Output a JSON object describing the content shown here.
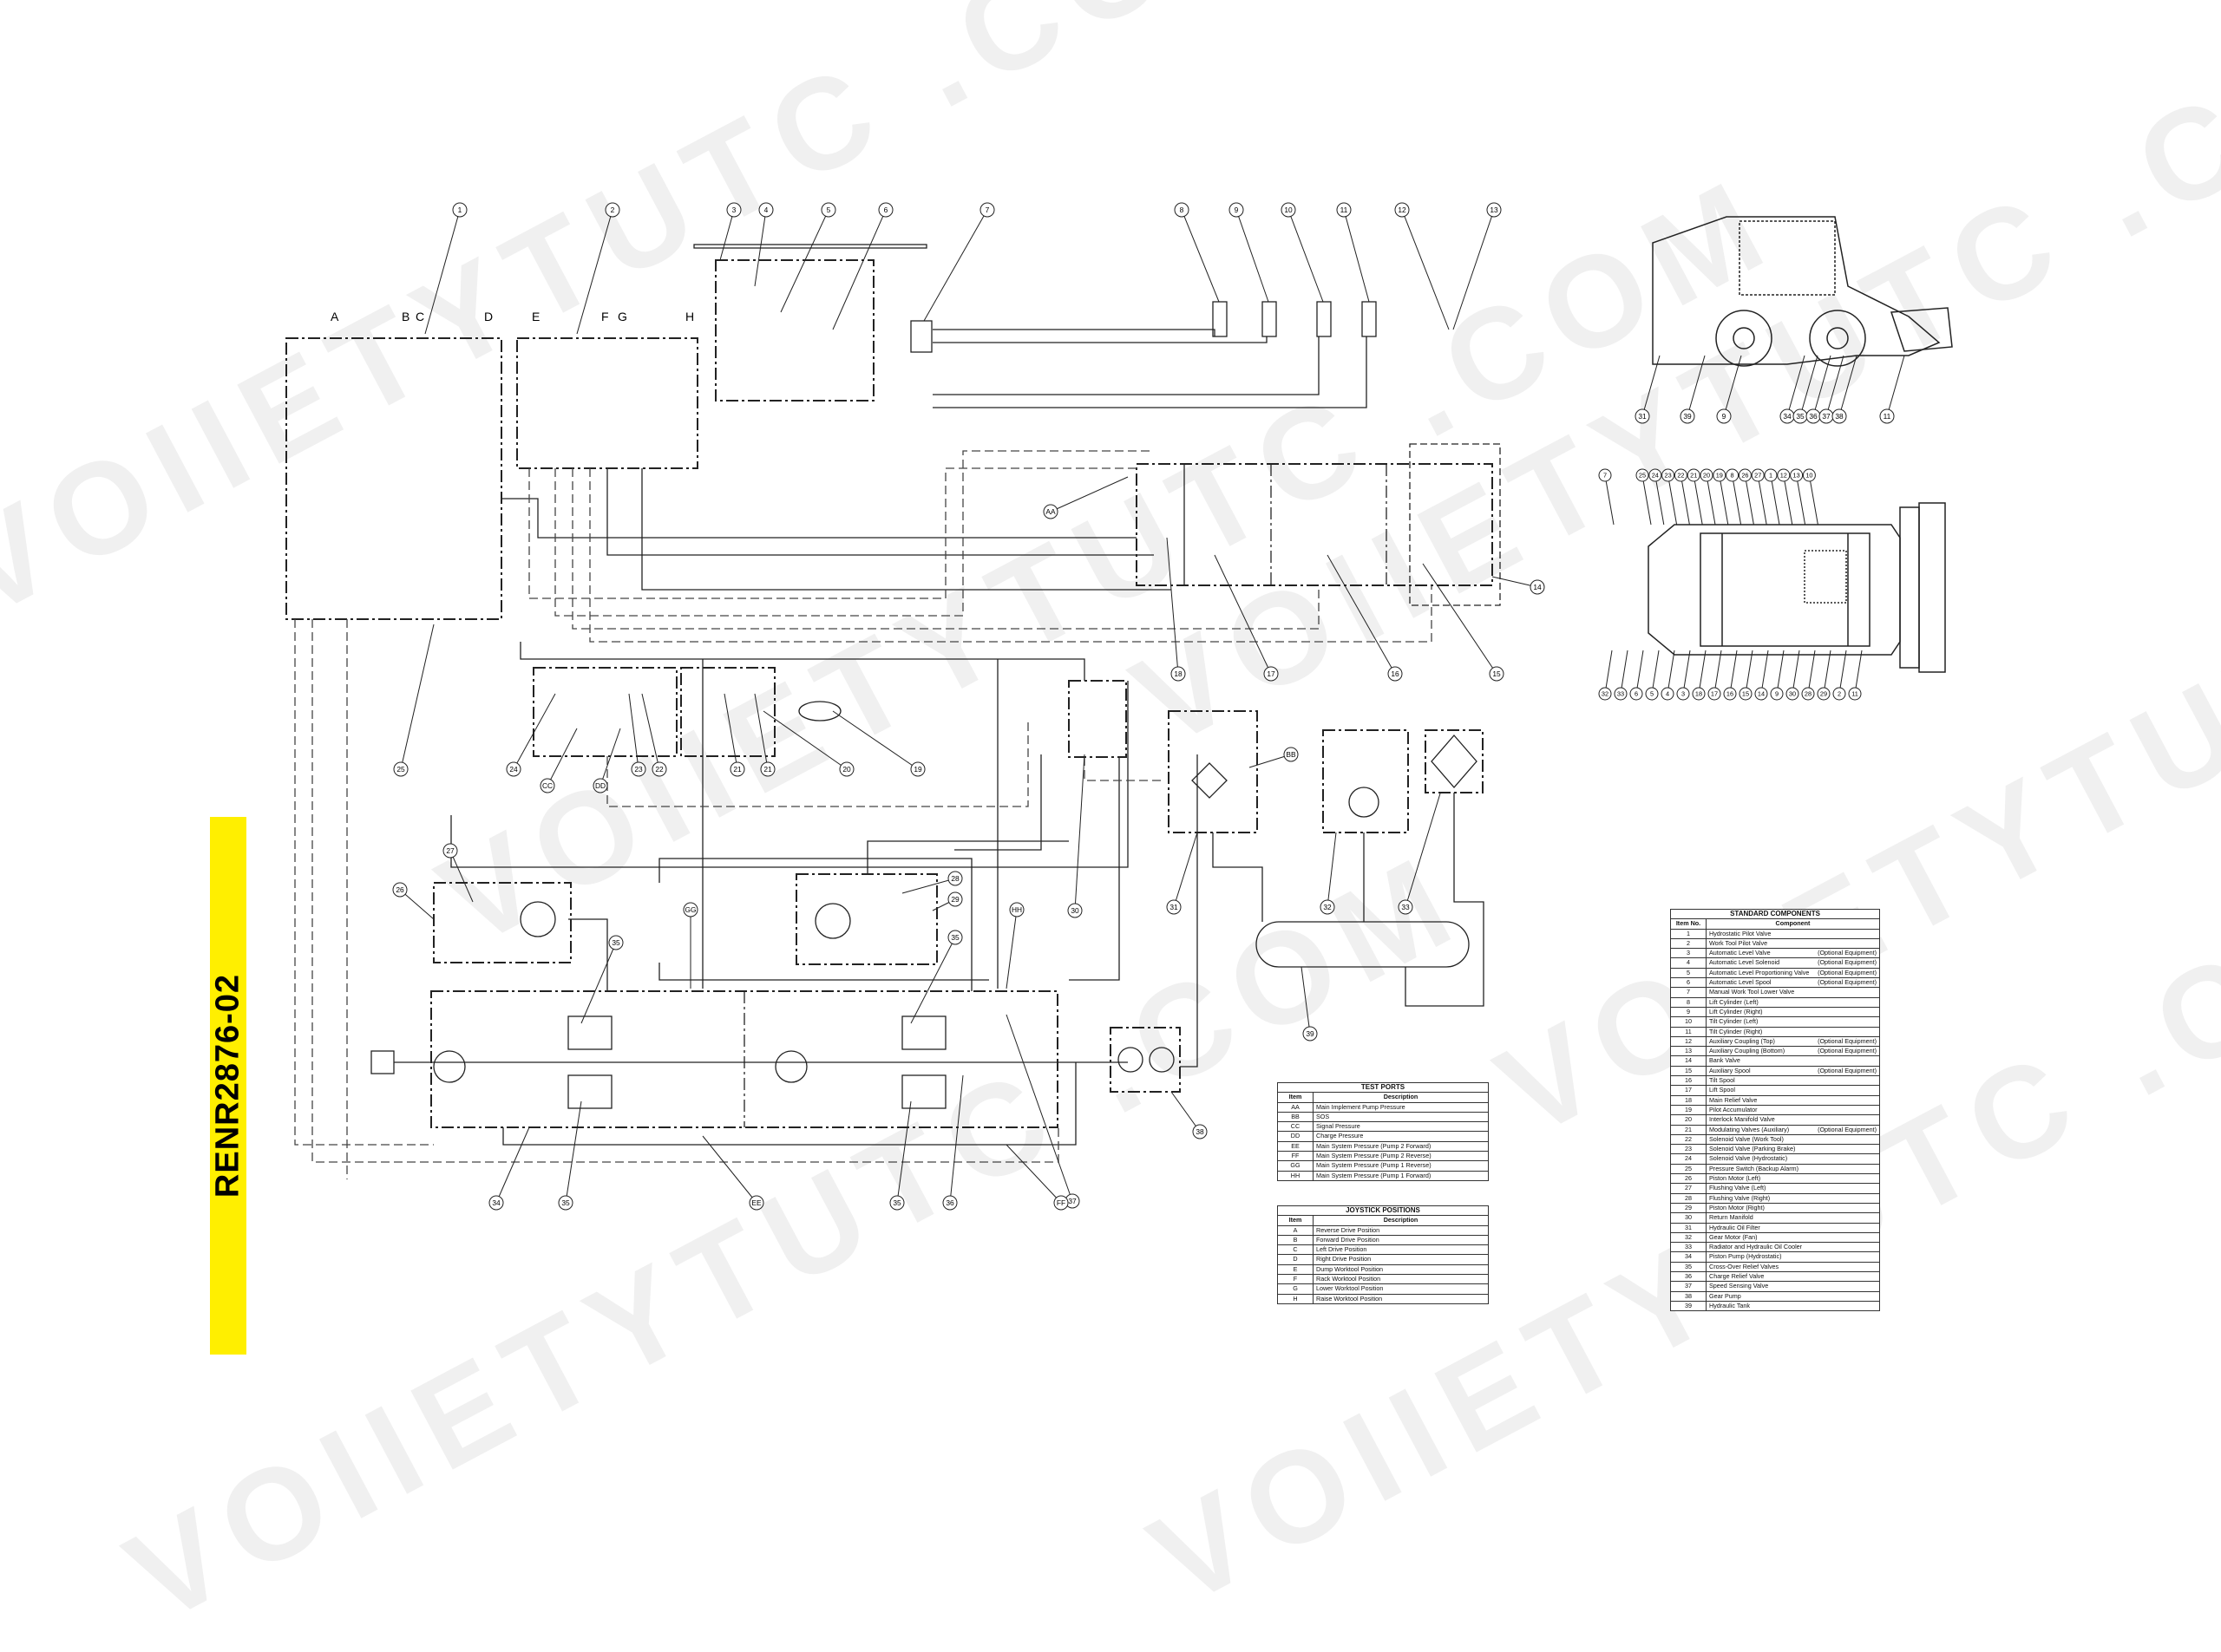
{
  "document_code": "RENR2876-02",
  "watermark": "VOIIETYTUTC .COM",
  "callouts": {
    "top": [
      "1",
      "2",
      "3",
      "4",
      "5",
      "6",
      "7",
      "8",
      "9",
      "10",
      "11",
      "12",
      "13"
    ],
    "middle": [
      "14",
      "15",
      "16",
      "17",
      "18",
      "19",
      "20",
      "21",
      "21",
      "22",
      "23",
      "24",
      "25"
    ],
    "lower": [
      "26",
      "27",
      "28",
      "29",
      "30",
      "31",
      "32",
      "33",
      "34",
      "35",
      "35",
      "35",
      "35",
      "36",
      "37",
      "38",
      "39"
    ],
    "test_ports": [
      "AA",
      "BB",
      "CC",
      "DD",
      "EE",
      "FF",
      "GG",
      "HH"
    ],
    "joystick_letters": [
      "A",
      "B",
      "C",
      "D",
      "E",
      "F",
      "G",
      "H"
    ],
    "side_view": [
      "31",
      "39",
      "9",
      "34",
      "35",
      "36",
      "37",
      "38",
      "11"
    ],
    "top_view_top": [
      "7",
      "25",
      "24",
      "23",
      "22",
      "21",
      "20",
      "19",
      "8",
      "26",
      "27",
      "1",
      "12",
      "13",
      "10"
    ],
    "top_view_bottom": [
      "32",
      "33",
      "6",
      "5",
      "4",
      "3",
      "18",
      "17",
      "16",
      "15",
      "14",
      "9",
      "30",
      "28",
      "29",
      "2",
      "11"
    ]
  },
  "test_ports_table": {
    "title": "TEST PORTS",
    "headers": [
      "Item",
      "Description"
    ],
    "rows": [
      [
        "AA",
        "Main Implement Pump Pressure"
      ],
      [
        "BB",
        "SOS"
      ],
      [
        "CC",
        "Signal Pressure"
      ],
      [
        "DD",
        "Charge Pressure"
      ],
      [
        "EE",
        "Main System Pressure (Pump 2 Forward)"
      ],
      [
        "FF",
        "Main System Pressure (Pump 2 Reverse)"
      ],
      [
        "GG",
        "Main System Pressure (Pump 1 Reverse)"
      ],
      [
        "HH",
        "Main System Pressure (Pump 1 Forward)"
      ]
    ]
  },
  "joystick_table": {
    "title": "JOYSTICK POSITIONS",
    "headers": [
      "Item",
      "Description"
    ],
    "rows": [
      [
        "A",
        "Reverse Drive Position"
      ],
      [
        "B",
        "Forward Drive Position"
      ],
      [
        "C",
        "Left Drive Position"
      ],
      [
        "D",
        "Right Drive Position"
      ],
      [
        "E",
        "Dump Worktool Position"
      ],
      [
        "F",
        "Rack Worktool Position"
      ],
      [
        "G",
        "Lower Worktool Position"
      ],
      [
        "H",
        "Raise Worktool Position"
      ]
    ]
  },
  "standard_components_table": {
    "title": "STANDARD COMPONENTS",
    "headers": [
      "Item No.",
      "Component"
    ],
    "rows": [
      {
        "no": "1",
        "name": "Hydrostatic Pilot Valve",
        "opt": ""
      },
      {
        "no": "2",
        "name": "Work Tool Pilot Valve",
        "opt": ""
      },
      {
        "no": "3",
        "name": "Automatic Level Valve",
        "opt": "(Optional Equipment)"
      },
      {
        "no": "4",
        "name": "Automatic Level Solenoid",
        "opt": "(Optional Equipment)"
      },
      {
        "no": "5",
        "name": "Automatic Level Proportioning Valve",
        "opt": "(Optional Equipment)"
      },
      {
        "no": "6",
        "name": "Automatic Level Spool",
        "opt": "(Optional Equipment)"
      },
      {
        "no": "7",
        "name": "Manual Work Tool Lower Valve",
        "opt": ""
      },
      {
        "no": "8",
        "name": "Lift Cylinder (Left)",
        "opt": ""
      },
      {
        "no": "9",
        "name": "Lift Cylinder (Right)",
        "opt": ""
      },
      {
        "no": "10",
        "name": "Tilt Cylinder (Left)",
        "opt": ""
      },
      {
        "no": "11",
        "name": "Tilt Cylinder (Right)",
        "opt": ""
      },
      {
        "no": "12",
        "name": "Auxiliary Coupling (Top)",
        "opt": "(Optional Equipment)"
      },
      {
        "no": "13",
        "name": "Auxiliary Coupling (Bottom)",
        "opt": "(Optional Equipment)"
      },
      {
        "no": "14",
        "name": "Bank Valve",
        "opt": ""
      },
      {
        "no": "15",
        "name": "Auxiliary Spool",
        "opt": "(Optional Equipment)"
      },
      {
        "no": "16",
        "name": "Tilt Spool",
        "opt": ""
      },
      {
        "no": "17",
        "name": "Lift Spool",
        "opt": ""
      },
      {
        "no": "18",
        "name": "Main Relief Valve",
        "opt": ""
      },
      {
        "no": "19",
        "name": "Pilot Accumulator",
        "opt": ""
      },
      {
        "no": "20",
        "name": "Interlock Manifold Valve",
        "opt": ""
      },
      {
        "no": "21",
        "name": "Modulating Valves (Auxiliary)",
        "opt": "(Optional Equipment)"
      },
      {
        "no": "22",
        "name": "Solenoid Valve (Work Tool)",
        "opt": ""
      },
      {
        "no": "23",
        "name": "Solenoid Valve (Parking Brake)",
        "opt": ""
      },
      {
        "no": "24",
        "name": "Solenoid Valve (Hydrostatic)",
        "opt": ""
      },
      {
        "no": "25",
        "name": "Pressure Switch (Backup Alarm)",
        "opt": ""
      },
      {
        "no": "26",
        "name": "Piston Motor (Left)",
        "opt": ""
      },
      {
        "no": "27",
        "name": "Flushing Valve (Left)",
        "opt": ""
      },
      {
        "no": "28",
        "name": "Flushing Valve (Right)",
        "opt": ""
      },
      {
        "no": "29",
        "name": "Piston Motor (Right)",
        "opt": ""
      },
      {
        "no": "30",
        "name": "Return Manifold",
        "opt": ""
      },
      {
        "no": "31",
        "name": "Hydraulic Oil Filter",
        "opt": ""
      },
      {
        "no": "32",
        "name": "Gear Motor (Fan)",
        "opt": ""
      },
      {
        "no": "33",
        "name": "Radiator and Hydraulic Oil Cooler",
        "opt": ""
      },
      {
        "no": "34",
        "name": "Piston Pump (Hydrostatic)",
        "opt": ""
      },
      {
        "no": "35",
        "name": "Cross-Over Relief Valves",
        "opt": ""
      },
      {
        "no": "36",
        "name": "Charge Relief Valve",
        "opt": ""
      },
      {
        "no": "37",
        "name": "Speed Sensing Valve",
        "opt": ""
      },
      {
        "no": "38",
        "name": "Gear Pump",
        "opt": ""
      },
      {
        "no": "39",
        "name": "Hydraulic Tank",
        "opt": ""
      }
    ]
  }
}
